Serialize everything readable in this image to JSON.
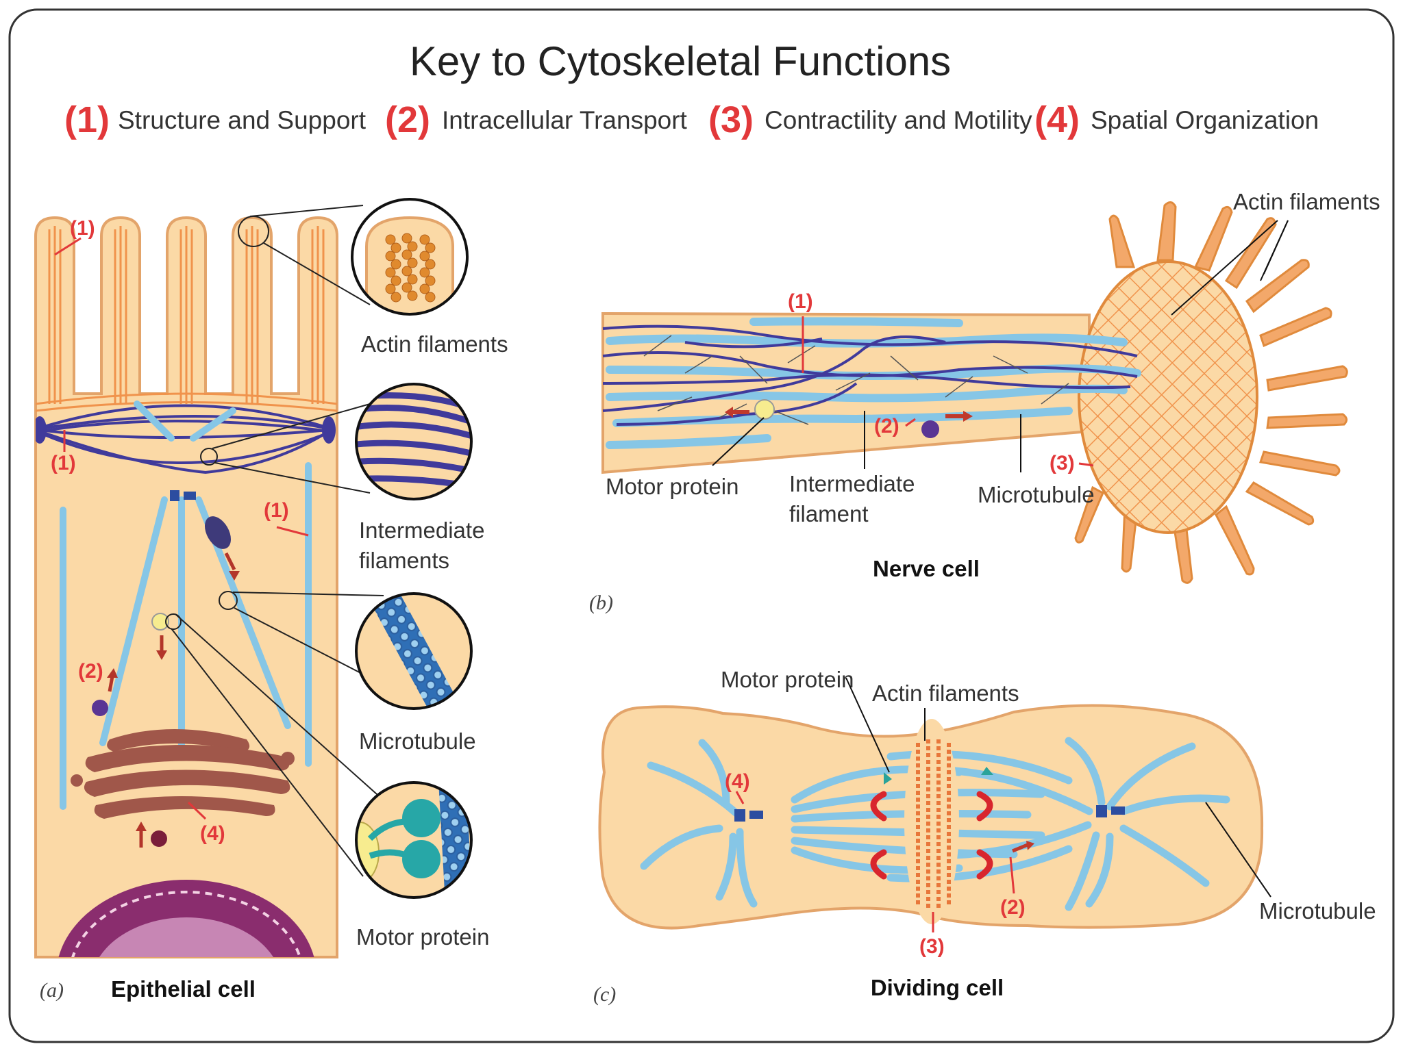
{
  "colors": {
    "accent_red": "#e2383a",
    "cell_fill": "#fbd9a6",
    "actin": "#f0934c",
    "intermediate": "#403a9b",
    "microtubule": "#86c6e6",
    "golgi": "#a0574a"
  },
  "title": "Key to Cytoskeletal Functions",
  "key": [
    {
      "num": "(1)",
      "label": "Structure and Support"
    },
    {
      "num": "(2)",
      "label": "Intracellular Transport"
    },
    {
      "num": "(3)",
      "label": "Contractility and Motility"
    },
    {
      "num": "(4)",
      "label": "Spatial Organization"
    }
  ],
  "panel_a": {
    "letter": "(a)",
    "caption": "Epithelial cell",
    "zoom_labels": {
      "actin": "Actin filaments",
      "intermediate_line1": "Intermediate",
      "intermediate_line2": "filaments",
      "microtubule": "Microtubule",
      "motor": "Motor protein"
    },
    "refs": {
      "r1a": "(1)",
      "r1b": "(1)",
      "r1c": "(1)",
      "r2": "(2)",
      "r4": "(4)"
    }
  },
  "panel_b": {
    "letter": "(b)",
    "caption": "Nerve cell",
    "labels": {
      "actin": "Actin filaments",
      "motor": "Motor protein",
      "intermediate_line1": "Intermediate",
      "intermediate_line2": "filament",
      "microtubule": "Microtubule"
    },
    "refs": {
      "r1": "(1)",
      "r2": "(2)",
      "r3": "(3)"
    }
  },
  "panel_c": {
    "letter": "(c)",
    "caption": "Dividing cell",
    "labels": {
      "motor": "Motor protein",
      "actin": "Actin filaments",
      "microtubule": "Microtubule"
    },
    "refs": {
      "r2": "(2)",
      "r3": "(3)",
      "r4": "(4)"
    }
  }
}
